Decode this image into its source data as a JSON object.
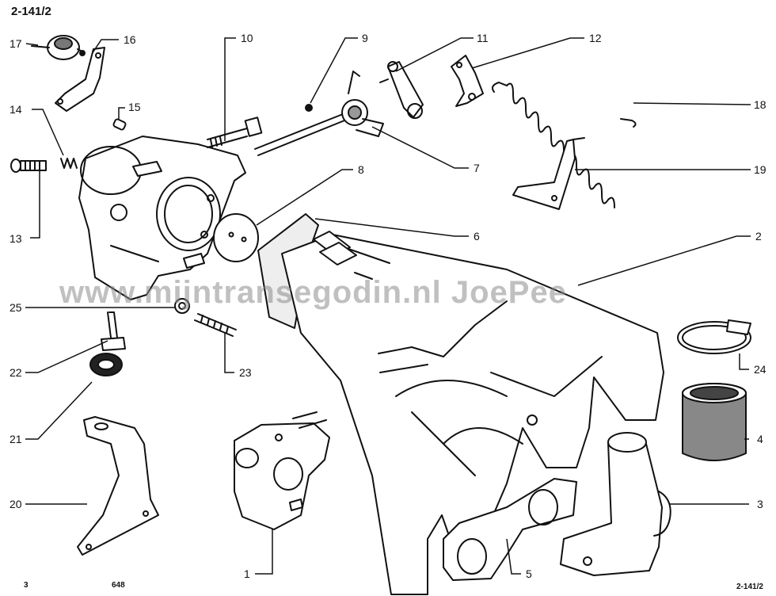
{
  "diagram": {
    "title": "2-141/2",
    "footer_left": "3",
    "footer_code": "648",
    "footer_right": "2-141/2",
    "watermark": "www.mijntransegodin.nl JoePee",
    "callouts": [
      "1",
      "2",
      "3",
      "4",
      "5",
      "6",
      "7",
      "8",
      "9",
      "10",
      "11",
      "12",
      "13",
      "14",
      "15",
      "16",
      "17",
      "18",
      "19",
      "20",
      "21",
      "22",
      "23",
      "24",
      "25"
    ]
  }
}
